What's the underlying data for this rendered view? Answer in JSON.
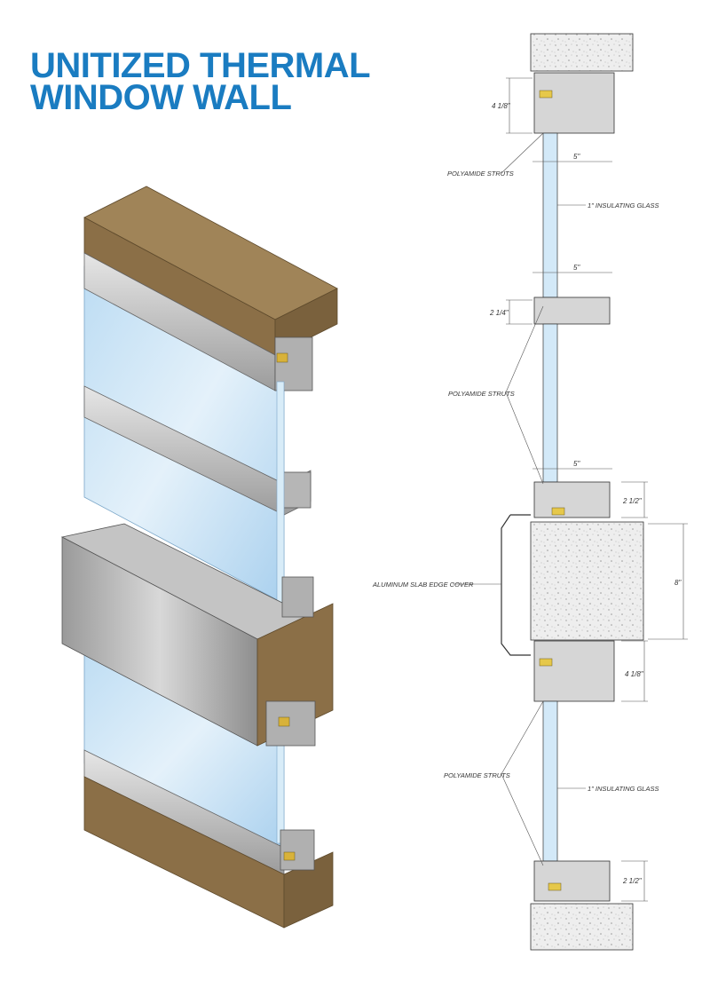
{
  "title": {
    "line1": "UNITIZED THERMAL",
    "line2": "WINDOW WALL",
    "color": "#1a7cc1"
  },
  "section": {
    "dims": {
      "head_height": "4 1/8\"",
      "glass_depth_top": "5\"",
      "glass_depth_mid_upper": "5\"",
      "mid_rail_height": "2 1/4\"",
      "glass_depth_mid_lower": "5\"",
      "sill_height_mid": "2 1/2\"",
      "slab_thickness": "8\"",
      "head_height_lower": "4 1/8\"",
      "sill_height_bottom": "2 1/2\""
    },
    "labels": {
      "struts_1": "POLYAMIDE STRUTS",
      "glass_1": "1\" INSULATING GLASS",
      "struts_2": "POLYAMIDE STRUTS",
      "slab_cover": "ALUMINUM SLAB EDGE COVER",
      "struts_3": "POLYAMIDE STRUTS",
      "glass_2": "1\" INSULATING GLASS"
    }
  },
  "colors": {
    "concrete": "#8b6f47",
    "concrete_top": "#a08458",
    "glass": "#cfe6f7",
    "aluminum": "#c8c8c8",
    "slab_section": "#eeeeee"
  }
}
